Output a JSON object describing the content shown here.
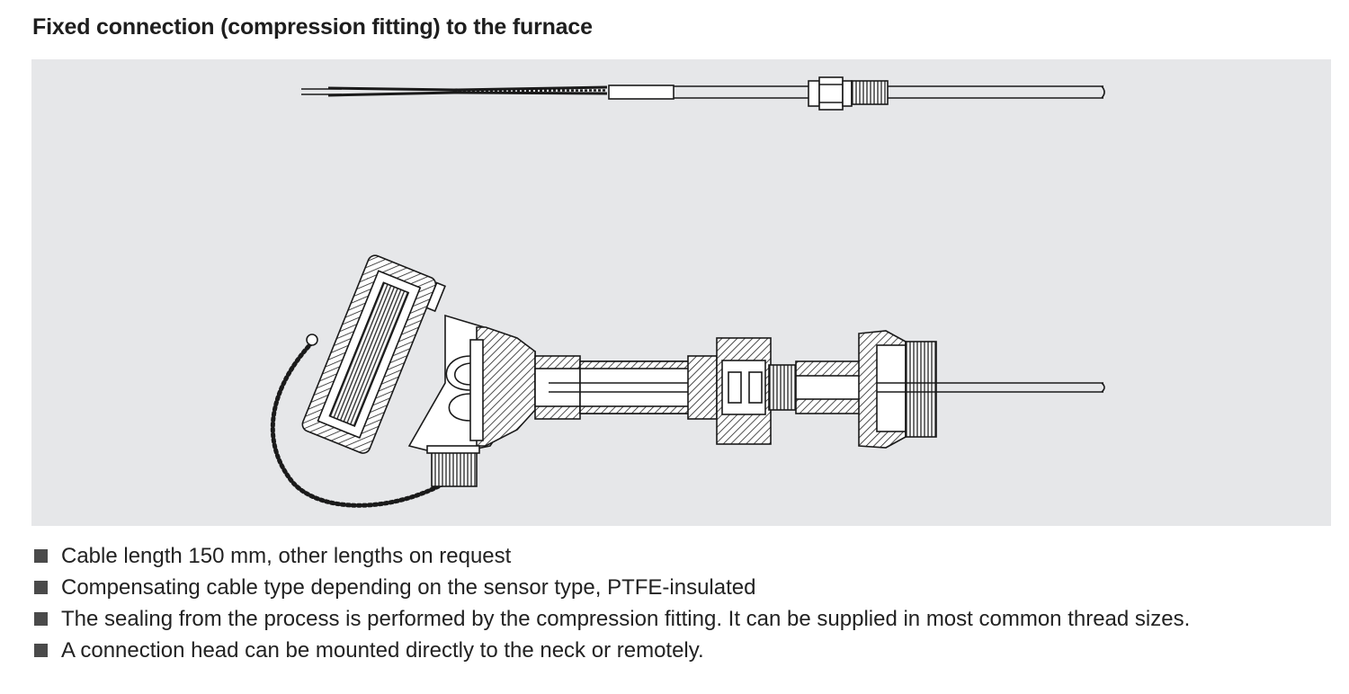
{
  "heading": "Fixed connection (compression fitting) to the furnace",
  "bullets": [
    "Cable length 150 mm, other lengths on request",
    "Compensating cable type depending on the sensor type, PTFE-insulated",
    "The sealing from the process is performed by the compression fitting. It can be supplied in most common thread sizes.",
    "A connection head can be mounted directly to the neck or remotely."
  ],
  "colors": {
    "figure_background": "#e6e7e9",
    "line": "#1a1a1a",
    "bullet": "#4a4a4a"
  }
}
